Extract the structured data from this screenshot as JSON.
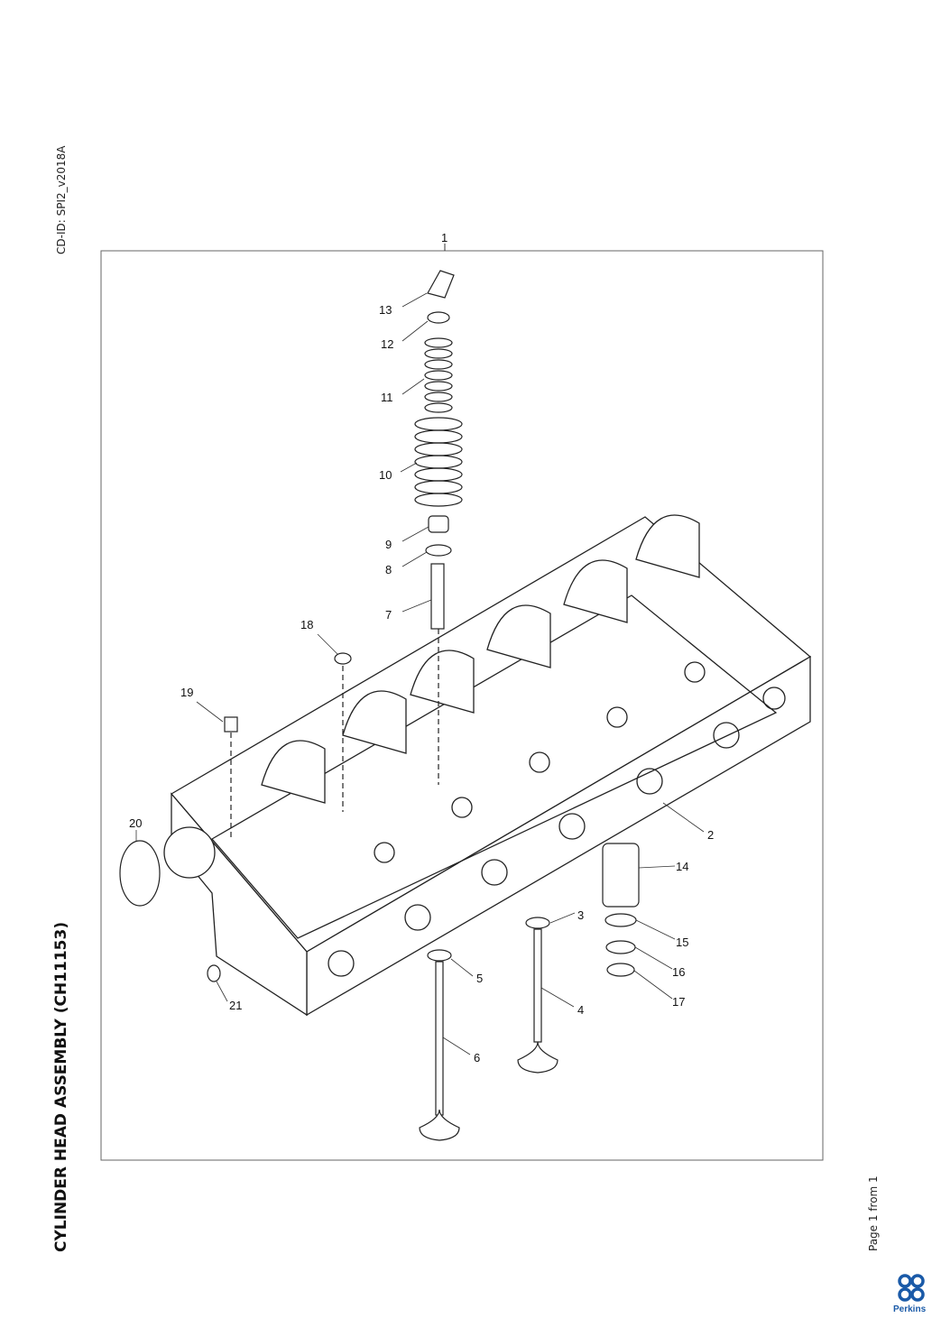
{
  "document": {
    "title": "CYLINDER HEAD ASSEMBLY (CH11153)",
    "cd_id": "CD-ID: SPI2_v2018A",
    "page_info": "Page 1 from 1",
    "brand": "Perkins",
    "brand_color": "#1a5aa8"
  },
  "callouts": {
    "c1": "1",
    "c2": "2",
    "c3": "3",
    "c4": "4",
    "c5": "5",
    "c6": "6",
    "c7": "7",
    "c8": "8",
    "c9": "9",
    "c10": "10",
    "c11": "11",
    "c12": "12",
    "c13": "13",
    "c14": "14",
    "c15": "15",
    "c16": "16",
    "c17": "17",
    "c18": "18",
    "c19": "19",
    "c20": "20",
    "c21": "21"
  }
}
